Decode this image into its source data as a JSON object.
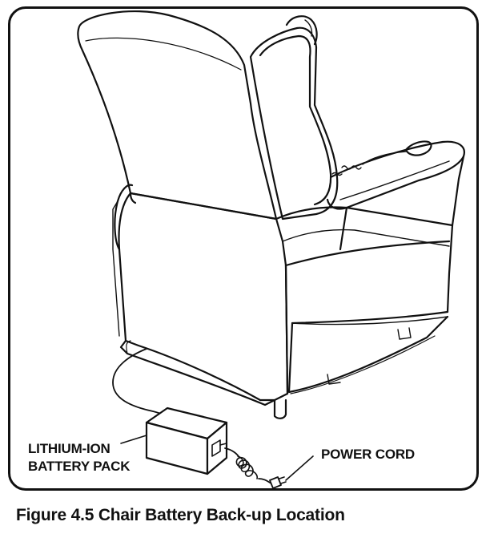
{
  "figure": {
    "caption": "Figure 4.5 Chair Battery Back-up Location"
  },
  "labels": {
    "battery_line1": "LITHIUM-ION",
    "battery_line2": "BATTERY PACK",
    "power_cord": "POWER CORD"
  }
}
